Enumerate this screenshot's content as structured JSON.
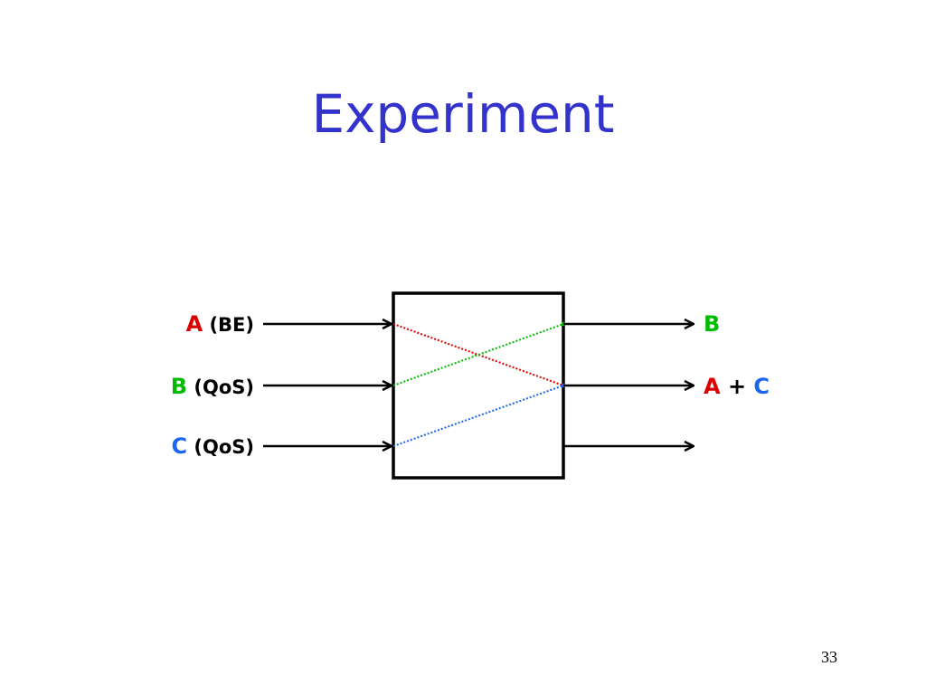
{
  "slide": {
    "title": "Experiment",
    "page_number": "33"
  },
  "colors": {
    "title": "#3333cc",
    "red": "#dd0000",
    "green": "#00bb00",
    "blue": "#1a66ee",
    "black": "#000000"
  },
  "inputs": [
    {
      "flow": "A",
      "tag": "(BE)",
      "color": "#dd0000"
    },
    {
      "flow": "B",
      "tag": "(QoS)",
      "color": "#00bb00"
    },
    {
      "flow": "C",
      "tag": "(QoS)",
      "color": "#1a66ee"
    }
  ],
  "outputs": [
    {
      "parts": [
        {
          "text": "B",
          "color": "#00bb00"
        }
      ]
    },
    {
      "parts": [
        {
          "text": "A",
          "color": "#dd0000"
        },
        {
          "text": "+",
          "color": "#000000"
        },
        {
          "text": "C",
          "color": "#1a66ee"
        }
      ]
    },
    {
      "parts": []
    }
  ],
  "mappings": [
    {
      "from_input": 0,
      "to_output": 1,
      "color": "#dd0000"
    },
    {
      "from_input": 1,
      "to_output": 0,
      "color": "#00bb00"
    },
    {
      "from_input": 2,
      "to_output": 1,
      "color": "#1a66ee"
    }
  ]
}
